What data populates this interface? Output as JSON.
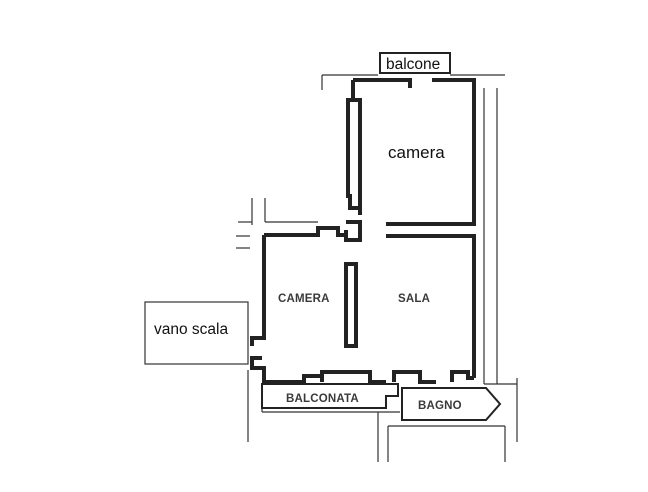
{
  "labels": {
    "balcone": "balcone",
    "camera_upper": "camera",
    "camera_lower": "CAMERA",
    "sala": "SALA",
    "vano_scala": "vano scala",
    "balconata": "BALCONATA",
    "bagno": "BAGNO"
  }
}
